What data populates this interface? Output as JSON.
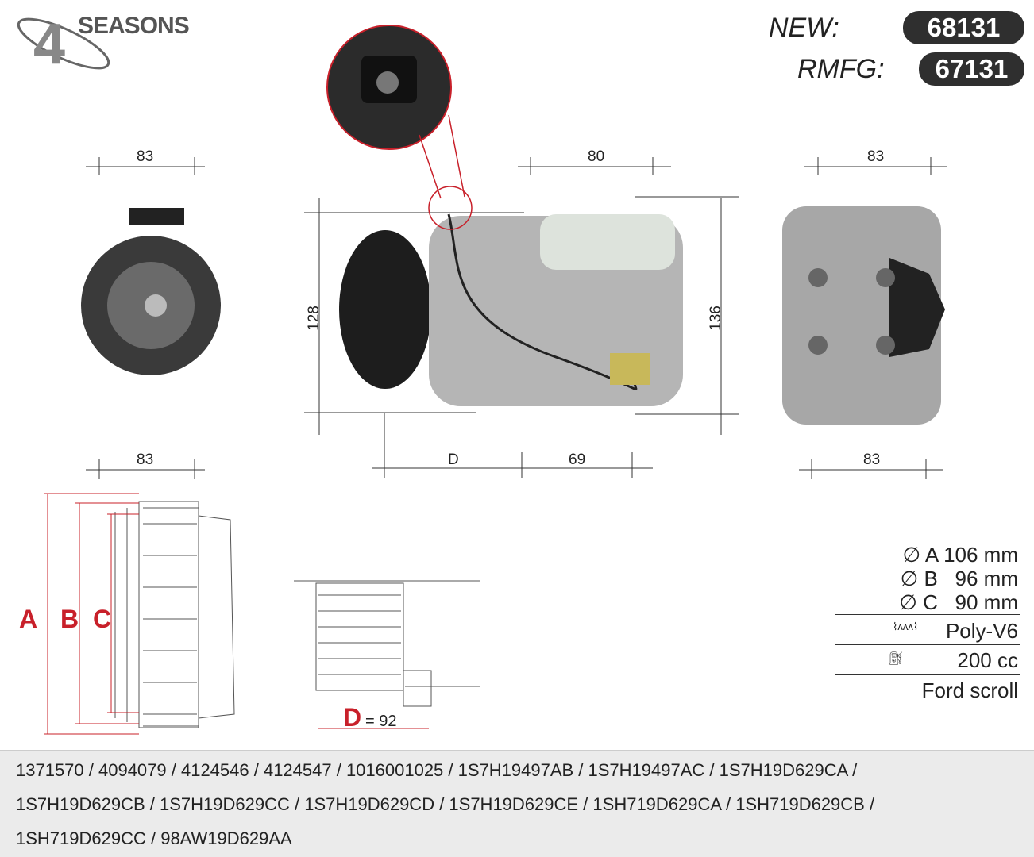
{
  "brand": {
    "logo_text": "SEASONS",
    "logo_numeral": "4"
  },
  "header": {
    "new_label": "NEW:",
    "new_value": "68131",
    "rmfg_label": "RMFG:",
    "rmfg_value": "67131"
  },
  "dimensions": {
    "front_top": "83",
    "front_bottom": "83",
    "side_top": "80",
    "side_height_left": "128",
    "side_height_right": "136",
    "side_d": "D",
    "side_bottom": "69",
    "rear_top": "83",
    "rear_bottom": "83"
  },
  "pulley_labels": {
    "a": "A",
    "b": "B",
    "c": "C",
    "d": "D",
    "d_value": "= 92"
  },
  "specs": {
    "a": {
      "letter": "A",
      "value": "106 mm"
    },
    "b": {
      "letter": "B",
      "value": "96 mm"
    },
    "c": {
      "letter": "C",
      "value": "90 mm"
    },
    "belt": "Poly-V6",
    "oil": "200 cc",
    "type": "Ford scroll"
  },
  "oe_numbers": [
    "1371570 / 4094079 / 4124546 / 4124547 / 1016001025 / 1S7H19497AB / 1S7H19497AC / 1S7H19D629CA /",
    "1S7H19D629CB / 1S7H19D629CC / 1S7H19D629CD / 1S7H19D629CE / 1SH719D629CA / 1SH719D629CB /",
    "1SH719D629CC / 98AW19D629AA"
  ],
  "colors": {
    "accent": "#c8202a",
    "pill": "#2f2f2f",
    "band": "#ebebeb"
  }
}
